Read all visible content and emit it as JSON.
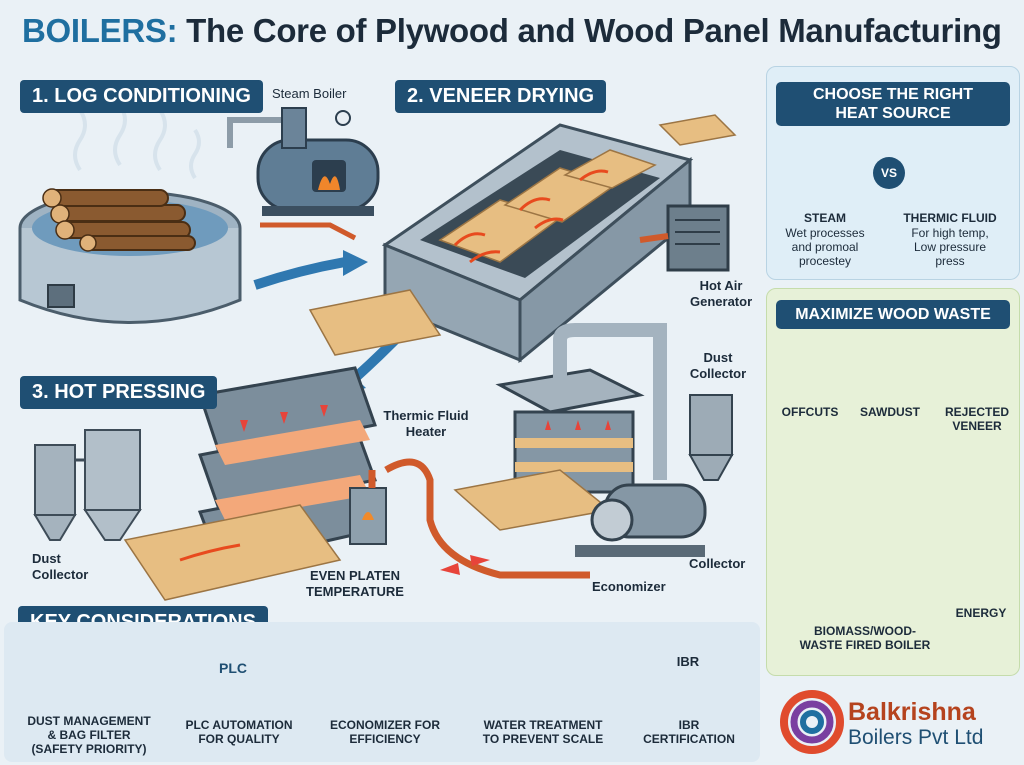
{
  "title": {
    "accent": "BOILERS:",
    "rest": " The Core of Plywood and Wood Panel Manufacturing"
  },
  "sections": {
    "log_conditioning": "1. LOG CONDITIONING",
    "veneer_drying": "2. VENEER DRYING",
    "hot_pressing": "3. HOT PRESSING",
    "key_considerations": "KEY CONSIDERATIONS"
  },
  "labels": {
    "steam_boiler": "Steam Boiler",
    "hot_air_generator_1": "Hot Air",
    "hot_air_generator_2": "Generator",
    "dust_collector_top_1": "Dust",
    "dust_collector_top_2": "Collector",
    "thermic_fluid_heater_1": "Thermic Fluid",
    "thermic_fluid_heater_2": "Heater",
    "dust_collector_left_1": "Dust",
    "dust_collector_left_2": "Collector",
    "even_platen_1": "EVEN PLATEN",
    "even_platen_2": "TEMPERATURE",
    "economizer": "Economizer",
    "collector": "Collector"
  },
  "heat_source": {
    "heading_1": "CHOOSE THE RIGHT",
    "heading_2": "HEAT SOURCE",
    "vs": "VS",
    "steam_title": "STEAM",
    "steam_desc_1": "Wet processes",
    "steam_desc_2": "and promoal",
    "steam_desc_3": "procestey",
    "thermic_title": "THERMIC FLUID",
    "thermic_desc_1": "For high temp,",
    "thermic_desc_2": "Low pressure",
    "thermic_desc_3": "press"
  },
  "wood_waste": {
    "heading": "MAXIMIZE WOOD WASTE",
    "offcuts": "OFFCUTS",
    "sawdust": "SAWDUST",
    "rejected_1": "REJECTED",
    "rejected_2": "VENEER",
    "boiler_1": "BIOMASS/WOOD-",
    "boiler_2": "WASTE FIRED BOILER",
    "energy": "ENERGY"
  },
  "key_items": [
    {
      "line1": "DUST MANAGEMENT",
      "line2": "& BAG FILTER",
      "line3": "(SAFETY PRIORITY)",
      "icon": "bag-filter-icon"
    },
    {
      "line1": "PLC AUTOMATION",
      "line2": "FOR QUALITY",
      "line3": "",
      "icon": "plc-icon",
      "badge": "PLC"
    },
    {
      "line1": "ECONOMIZER FOR",
      "line2": "EFFICIENCY",
      "line3": "",
      "icon": "heat-exchanger-icon"
    },
    {
      "line1": "WATER TREATMENT",
      "line2": "TO PREVENT SCALE",
      "line3": "",
      "icon": "water-drops-icon"
    },
    {
      "line1": "IBR",
      "line2": "CERTIFICATION",
      "line3": "",
      "icon": "certificate-icon",
      "badge": "IBR"
    }
  ],
  "brand": {
    "name": "Balkrishna",
    "sub": "Boilers Pvt Ltd"
  },
  "colors": {
    "navy": "#1f4f73",
    "accent_blue": "#1f6fa0",
    "brand_orange": "#b5431e",
    "heat_panel": "#dfeef7",
    "waste_panel": "#e7f1d8"
  }
}
